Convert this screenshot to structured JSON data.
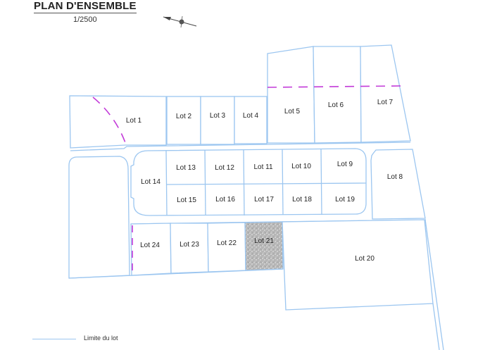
{
  "header": {
    "title": "PLAN D'ENSEMBLE",
    "scale": "1/2500"
  },
  "compass": {
    "icon": "north-arrow-icon"
  },
  "legend": {
    "line_label": "Limite du lot",
    "line_color": "#9cc6f0"
  },
  "colors": {
    "boundary": "#9cc6f0",
    "dashed_line": "#c23ad8",
    "highlight_fill": "#b8b8b8"
  },
  "highlighted_lot": "Lot 21",
  "lots": {
    "lot1": "Lot 1",
    "lot2": "Lot 2",
    "lot3": "Lot 3",
    "lot4": "Lot 4",
    "lot5": "Lot 5",
    "lot6": "Lot 6",
    "lot7": "Lot 7",
    "lot8": "Lot 8",
    "lot9": "Lot 9",
    "lot10": "Lot 10",
    "lot11": "Lot 11",
    "lot12": "Lot 12",
    "lot13": "Lot 13",
    "lot14": "Lot 14",
    "lot15": "Lot 15",
    "lot16": "Lot 16",
    "lot17": "Lot 17",
    "lot18": "Lot 18",
    "lot19": "Lot 19",
    "lot20": "Lot 20",
    "lot21": "Lot 21",
    "lot22": "Lot 22",
    "lot23": "Lot 23",
    "lot24": "Lot 24"
  }
}
